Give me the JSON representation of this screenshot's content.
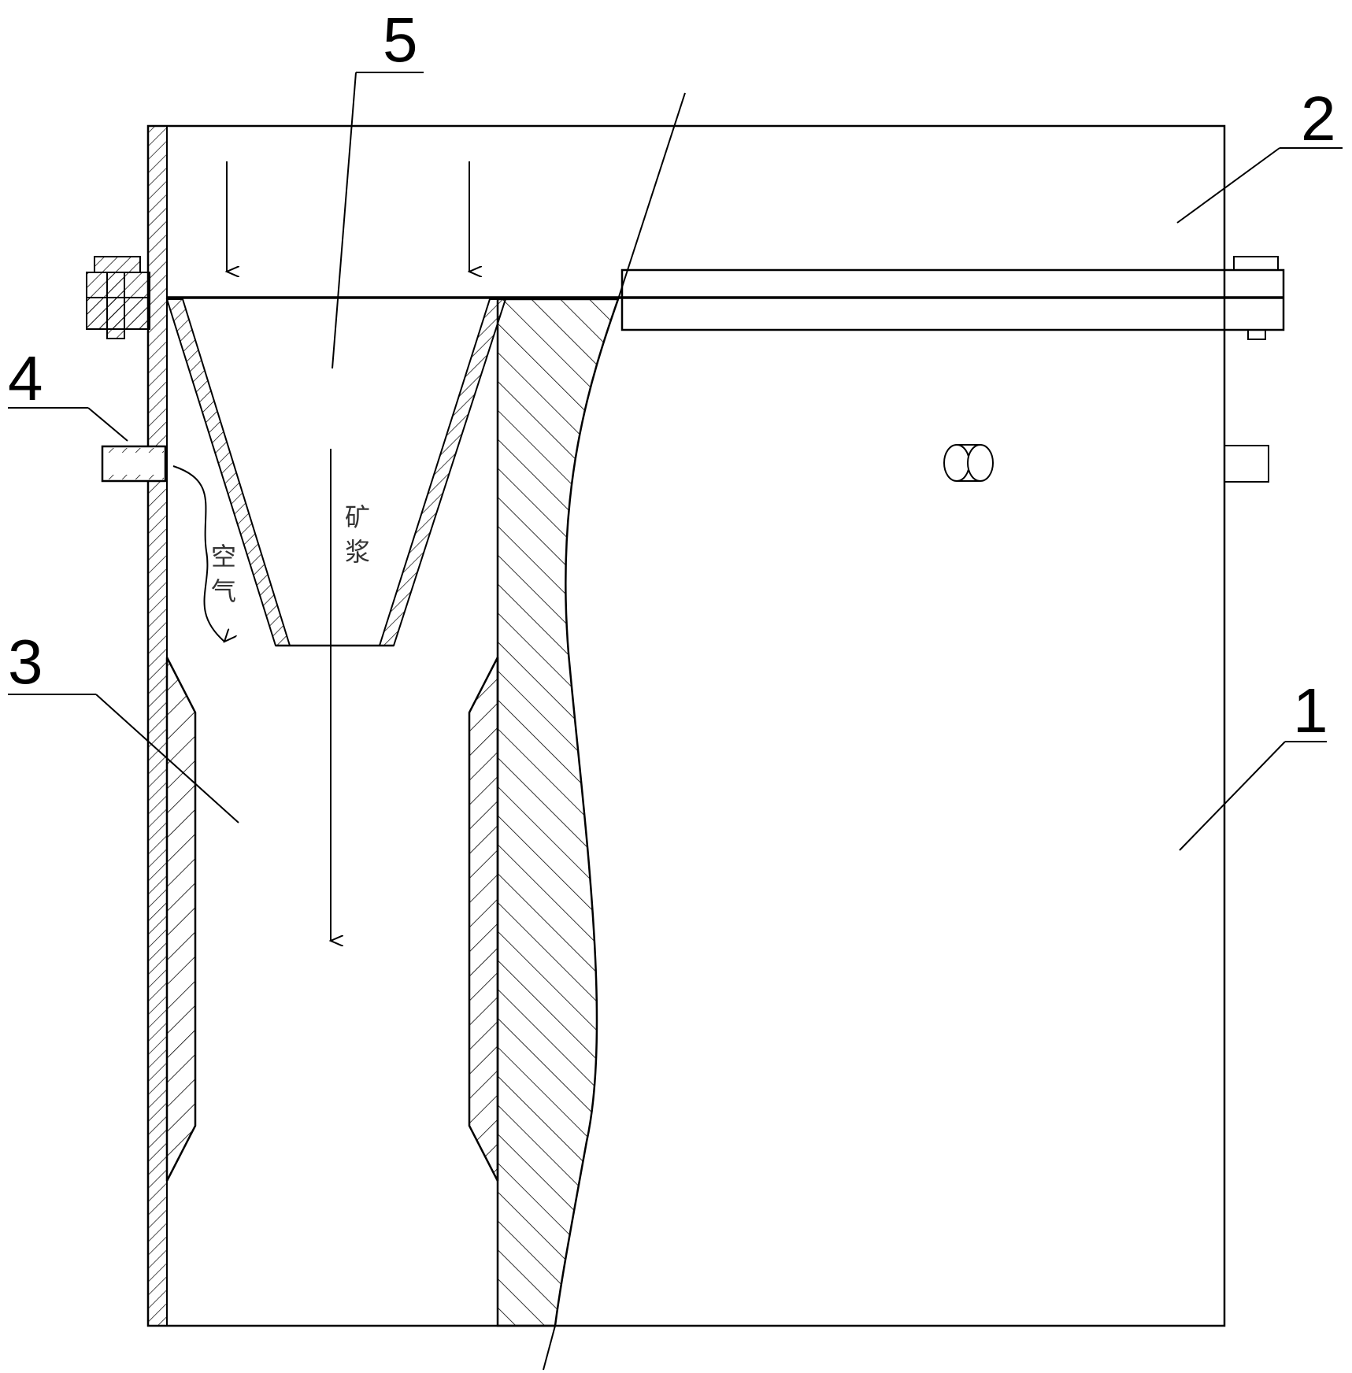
{
  "callouts": [
    {
      "id": "1",
      "label": "1"
    },
    {
      "id": "2",
      "label": "2"
    },
    {
      "id": "3",
      "label": "3"
    },
    {
      "id": "4",
      "label": "4"
    },
    {
      "id": "5",
      "label": "5"
    }
  ],
  "flow_labels": {
    "slurry": [
      "矿",
      "浆"
    ],
    "air": [
      "空",
      "气"
    ]
  }
}
